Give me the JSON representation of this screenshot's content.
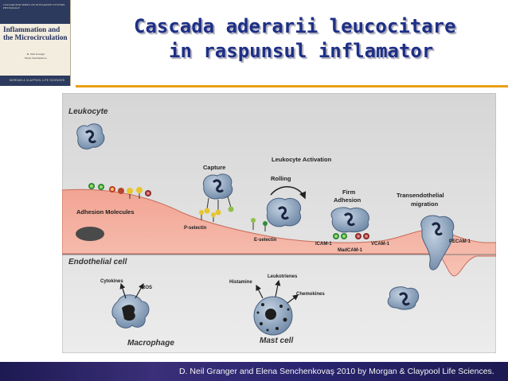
{
  "cover": {
    "series": "COLLOQUIUM SERIES ON INTEGRATED SYSTEMS PHYSIOLOGY",
    "title": "Inflammation and the Microcirculation",
    "authors": "D. Neil Granger\nElena Senchenkova",
    "publisher": "MORGAN & CLAYPOOL LIFE SCIENCES"
  },
  "slide": {
    "title_line1": "Cascada aderarii leucocitare",
    "title_line2": "in raspunsul inflamator",
    "accent_color": "#e8a015",
    "title_color": "#1d2f86"
  },
  "diagram": {
    "leukocyte": "Leukocyte",
    "leukocyte_activation": "Leukocyte Activation",
    "capture": "Capture",
    "rolling": "Rolling",
    "firm_adhesion_1": "Firm",
    "firm_adhesion_2": "Adhesion",
    "transendothelial_1": "Transendothelial",
    "transendothelial_2": "migration",
    "adhesion_molecules": "Adhesion Molecules",
    "p_selectin": "P-selectin",
    "e_selectin": "E-selectin",
    "icam": "ICAM-1",
    "madcam": "MadCAM-1",
    "vcam": "VCAM-1",
    "pecam": "PECAM-1",
    "endothelial_cell": "Endothelial cell",
    "cytokines": "Cytokines",
    "ros": "ROS",
    "macrophage": "Macrophage",
    "histamine": "Histamine",
    "leukotrienes": "Leukotrienes",
    "chemokines": "Chemokines",
    "mast_cell": "Mast cell"
  },
  "footer": {
    "credit": "D. Neil Granger and Elena Senchenkovaş 2010 by Morgan & Claypool Life Sciences."
  }
}
